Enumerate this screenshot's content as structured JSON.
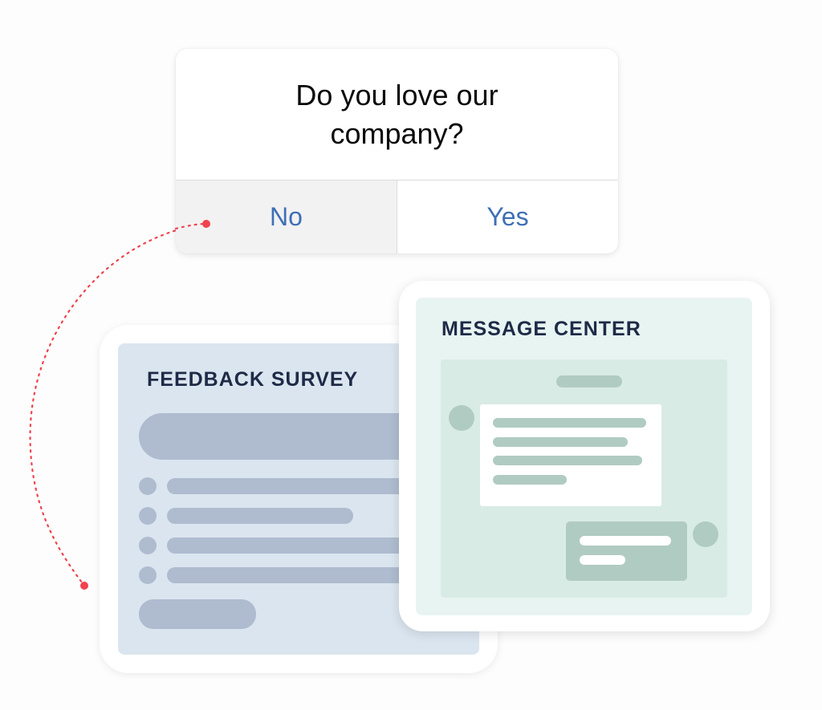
{
  "dialog": {
    "question": "Do you love our company?",
    "buttons": {
      "no": "No",
      "yes": "Yes"
    },
    "button_color": "#3f6fb5"
  },
  "survey_card": {
    "title": "FEEDBACK SURVEY",
    "option_count": 4
  },
  "message_center": {
    "title": "MESSAGE CENTER",
    "incoming_lines": 4,
    "outgoing_lines": 2
  },
  "connector": {
    "style": "dotted-curve",
    "color": "#f0434e",
    "from": "no-button",
    "to": "feedback-survey"
  },
  "colors": {
    "survey_bg": "#dbe5ef",
    "survey_placeholder": "#afbbcf",
    "message_bg": "#e8f4f1",
    "message_placeholder": "#b0cbc2",
    "heading": "#1e2a47"
  }
}
